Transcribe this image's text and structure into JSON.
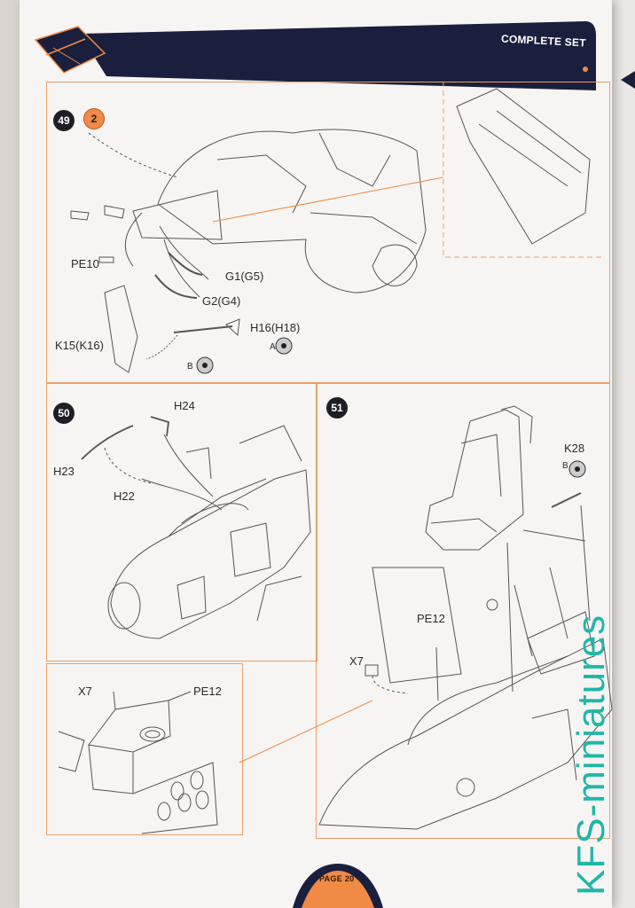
{
  "header": {
    "title": "COMPLETE SET",
    "logo_name": "clear-prop-logo"
  },
  "colors": {
    "accent": "#f08a45",
    "header_band": "#1a1f3d",
    "badge": "#1e1e24",
    "outline": "#e8a06a",
    "watermark": "#1fb7a8"
  },
  "steps": {
    "s49": {
      "number": "49",
      "paint": "2",
      "labels": {
        "pe10": "PE10",
        "g1": "G1(G5)",
        "g2": "G2(G4)",
        "k15": "K15(K16)",
        "h16": "H16(H18)",
        "a": "A",
        "b": "B"
      }
    },
    "s50": {
      "number": "50",
      "labels": {
        "h24": "H24",
        "h23": "H23",
        "h22": "H22"
      }
    },
    "s51": {
      "number": "51",
      "labels": {
        "k28": "K28",
        "b": "B",
        "pe12": "PE12",
        "x7": "X7"
      }
    },
    "detail": {
      "labels": {
        "x7": "X7",
        "pe12": "PE12"
      }
    }
  },
  "footer": {
    "page": "PAGE 20"
  },
  "watermark": {
    "text": "KFS-miniatures"
  }
}
